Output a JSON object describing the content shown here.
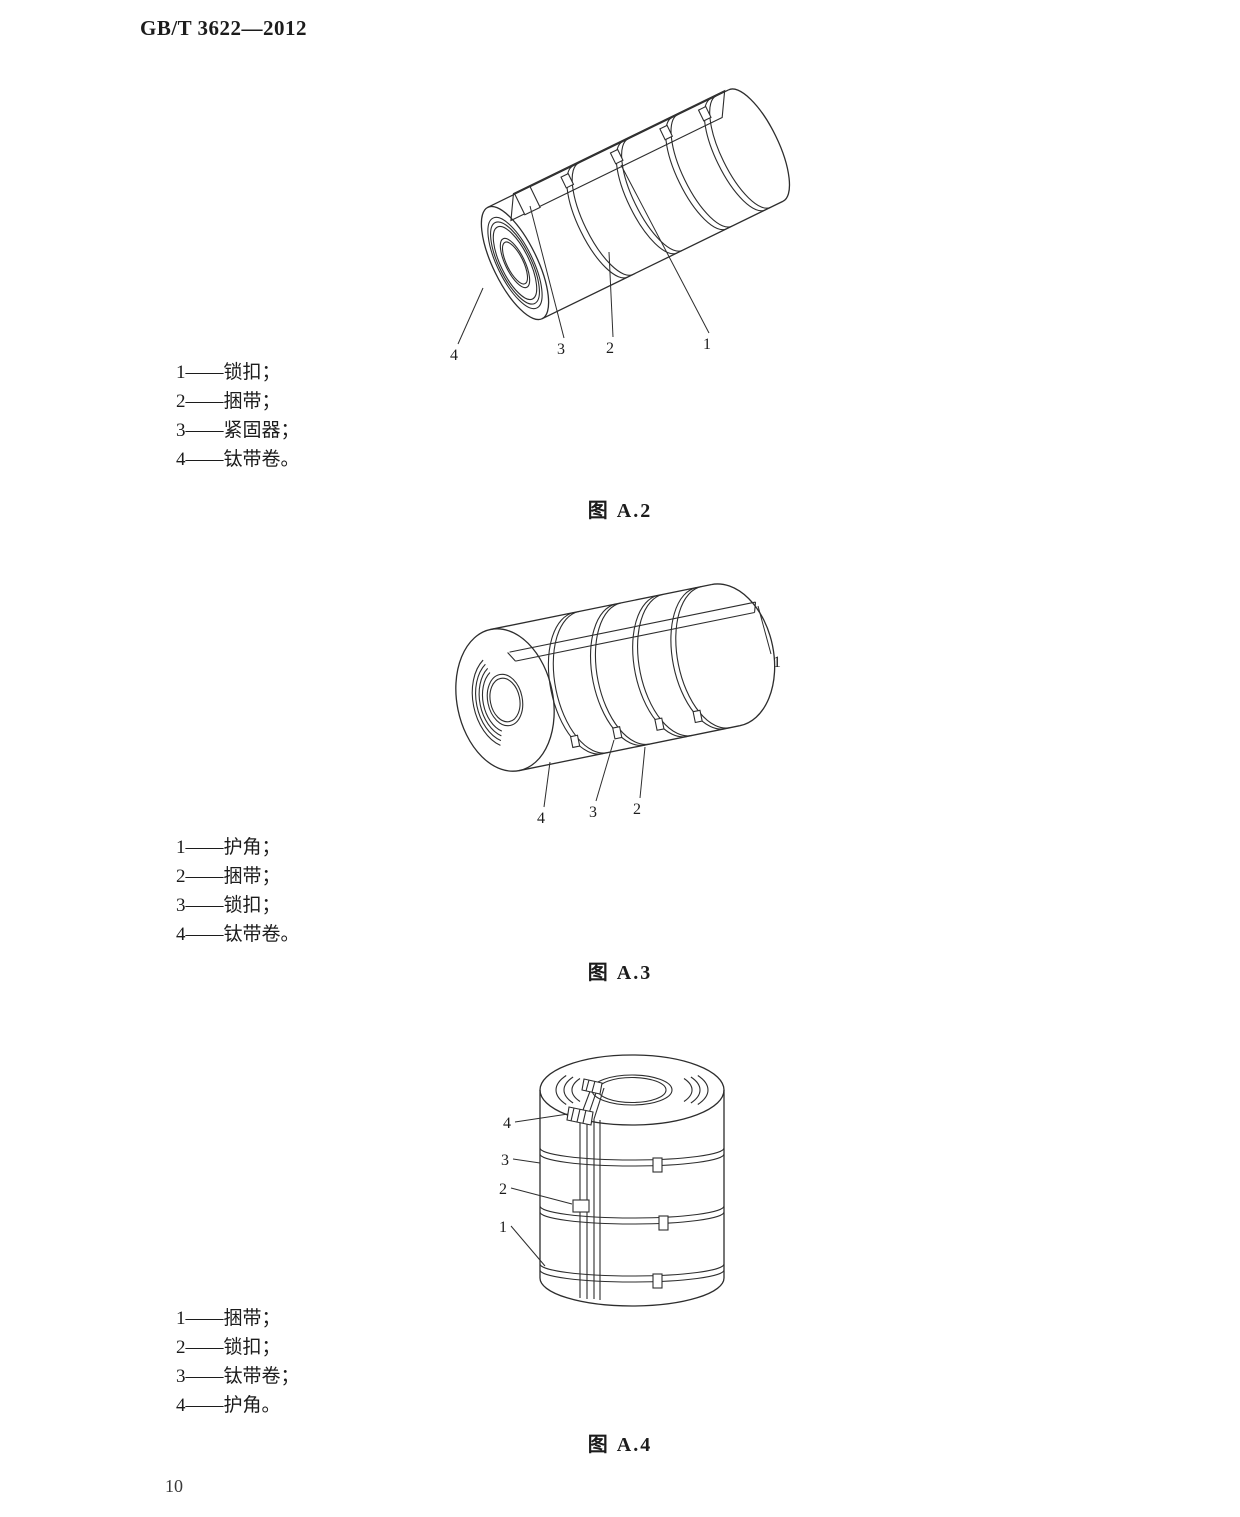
{
  "page": {
    "header": "GB/T 3622—2012",
    "page_number": "10"
  },
  "figure_a2": {
    "caption": "图 A.2",
    "callouts": {
      "c1": "1",
      "c2": "2",
      "c3": "3",
      "c4": "4"
    },
    "legend": [
      "1——锁扣；",
      "2——捆带；",
      "3——紧固器；",
      "4——钛带卷。"
    ]
  },
  "figure_a3": {
    "caption": "图 A.3",
    "callouts": {
      "c1": "1",
      "c2": "2",
      "c3": "3",
      "c4": "4"
    },
    "legend": [
      "1——护角；",
      "2——捆带；",
      "3——锁扣；",
      "4——钛带卷。"
    ]
  },
  "figure_a4": {
    "caption": "图 A.4",
    "callouts": {
      "c1": "1",
      "c2": "2",
      "c3": "3",
      "c4": "4"
    },
    "legend": [
      "1——捆带；",
      "2——锁扣；",
      "3——钛带卷；",
      "4——护角。"
    ]
  }
}
